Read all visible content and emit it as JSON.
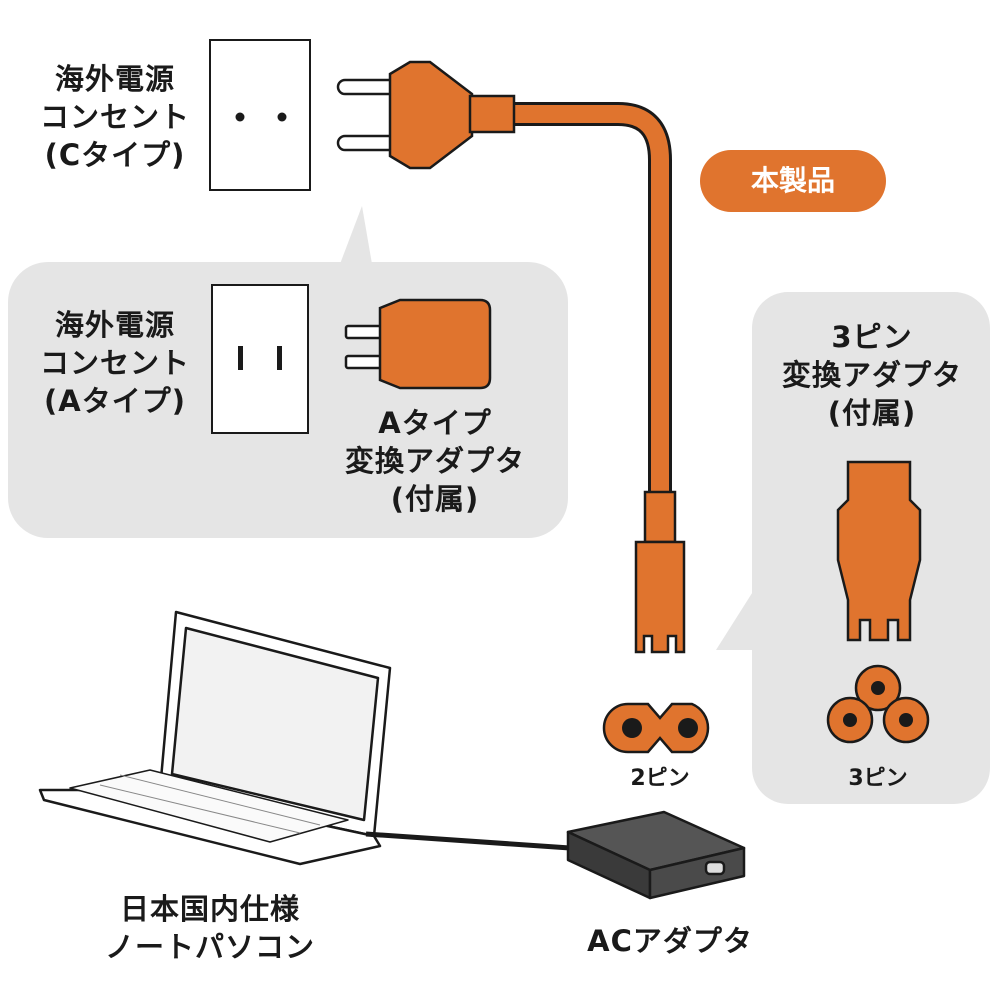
{
  "outlet_c": {
    "line1": "海外電源",
    "line2": "コンセント",
    "line3": "(Cタイプ)"
  },
  "outlet_a": {
    "line1": "海外電源",
    "line2": "コンセント",
    "line3": "(Aタイプ)"
  },
  "adapter_a": {
    "line1": "Aタイプ",
    "line2": "変換アダプタ",
    "line3": "(付属)"
  },
  "adapter_3pin": {
    "line1": "3ピン",
    "line2": "変換アダプタ",
    "line3": "(付属)"
  },
  "product_badge": "本製品",
  "pin2_label": "2ピン",
  "pin3_label": "3ピン",
  "laptop": {
    "line1": "日本国内仕様",
    "line2": "ノートパソコン"
  },
  "ac_adapter_label": "ACアダプタ",
  "colors": {
    "cord": "#e0742e",
    "cord_dark": "#b85a1e",
    "panel": "#e5e5e5",
    "outline": "#1a1a1a"
  }
}
